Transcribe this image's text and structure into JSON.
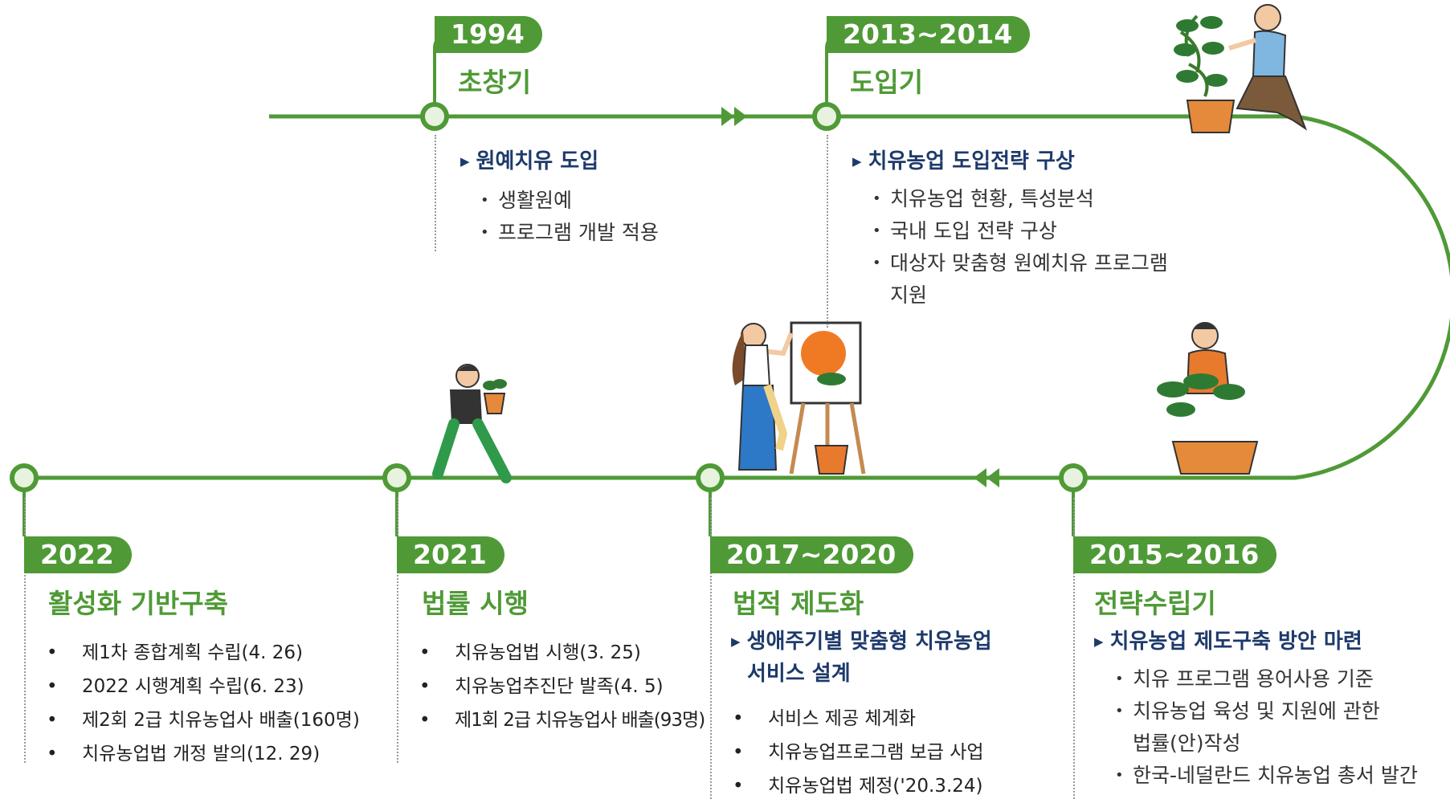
{
  "colors": {
    "green": "#4f9a36",
    "navy": "#1e3a6b",
    "node_fill": "#e8f3df"
  },
  "stages": [
    {
      "year": "1994",
      "phase": "초창기",
      "heading": "원예치유 도입",
      "items": [
        "생활원예",
        "프로그램 개발 적용"
      ]
    },
    {
      "year": "2013~2014",
      "phase": "도입기",
      "heading": "치유농업 도입전략 구상",
      "items": [
        "치유농업 현황, 특성분석",
        "국내 도입 전략 구상",
        "대상자 맞춤형 원예치유 프로그램",
        "지원"
      ]
    },
    {
      "year": "2015~2016",
      "phase": "전략수립기",
      "heading": "치유농업 제도구축 방안 마련",
      "items": [
        "치유 프로그램 용어사용 기준",
        "치유농업 육성 및 지원에 관한",
        "법률(안)작성",
        "한국-네덜란드 치유농업 총서 발간"
      ]
    },
    {
      "year": "2017~2020",
      "phase": "법적 제도화",
      "heading_line1": "생애주기별 맞춤형 치유농업",
      "heading_line2": "서비스 설계",
      "items": [
        "서비스 제공 체계화",
        "치유농업프로그램 보급 사업",
        "치유농업법 제정('20.3.24)"
      ]
    },
    {
      "year": "2021",
      "phase": "법률 시행",
      "items": [
        "치유농업법 시행(3. 25)",
        "치유농업추진단 발족(4. 5)",
        "제1회 2급 치유농업사 배출(93명)"
      ]
    },
    {
      "year": "2022",
      "phase": "활성화 기반구축",
      "items": [
        "제1차 종합계획 수립(4. 26)",
        "2022 시행계획 수립(6. 23)",
        "제2회 2급 치유농업사 배출(160명)",
        "치유농업법 개정 발의(12. 29)"
      ]
    }
  ],
  "illustrations": [
    "gardener-kneeling",
    "gardener-tending-plant",
    "woman-painting",
    "person-carrying-plant"
  ]
}
